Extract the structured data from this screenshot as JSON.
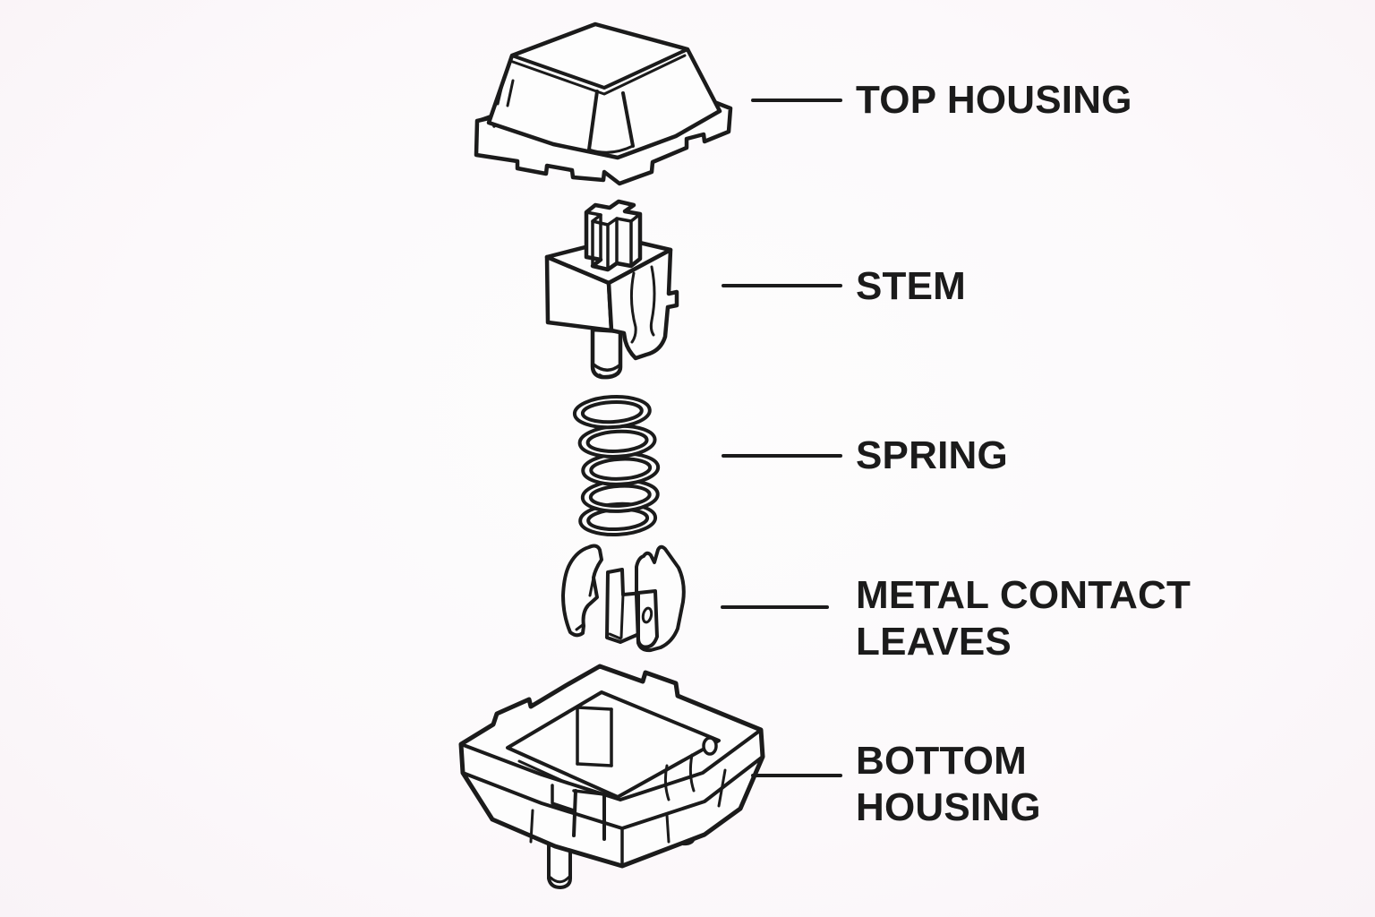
{
  "diagram": {
    "colors": {
      "ink": "#1b1b1b",
      "background": "#fbf8fa",
      "part_fill": "#fdfdfd"
    },
    "parts": [
      {
        "id": "top-housing",
        "lines": [
          "TOP HOUSING"
        ]
      },
      {
        "id": "stem",
        "lines": [
          "STEM"
        ]
      },
      {
        "id": "spring",
        "lines": [
          "SPRING"
        ]
      },
      {
        "id": "metal-contact-leaves",
        "lines": [
          "METAL CONTACT",
          "LEAVES"
        ]
      },
      {
        "id": "bottom-housing",
        "lines": [
          "BOTTOM",
          "HOUSING"
        ]
      }
    ]
  }
}
